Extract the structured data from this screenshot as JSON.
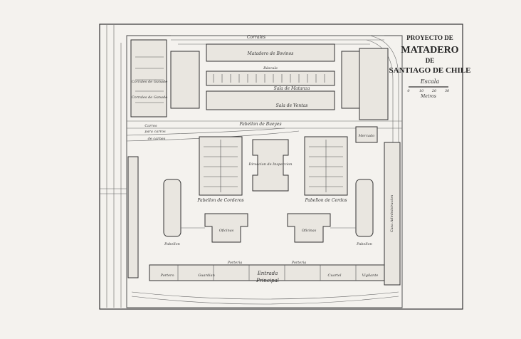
{
  "title": {
    "line1": "PROYECTO DE",
    "line2": "MATADERO",
    "line3": "DE",
    "line4": "SANTIAGO DE CHILE"
  },
  "scale": {
    "label": "Escala",
    "ticks": [
      "0",
      "10",
      "20",
      "30"
    ],
    "unit": "Metros"
  },
  "labels": {
    "corrales_top": "Corrales",
    "corrales_ganado": "Corrales de Ganado",
    "corrales_ganado2": "Corrales de Ganado",
    "matadero_bovinos": "Matadero de Bovinos",
    "bascula": "Báscula",
    "sala_matanza": "Sala de Matanza",
    "sala_venta": "Sala de Ventas",
    "pabellon_bueyes": "Pabellon de Bueyes",
    "carros": "Carros",
    "para_carros": "para carros",
    "de_carnes": "de carnes",
    "mercado": "Mercado",
    "direccion": "Direccion de Inspeccion",
    "pabellon_corderos": "Pabellon de Corderos",
    "pabellon_cerdos": "Pabellon de Cerdos",
    "pabellon_left": "Pabellon",
    "pabellon_right": "Pabellon",
    "oficinas_left": "Oficinas",
    "oficinas_right": "Oficinas",
    "porteria_left": "Porteria",
    "porteria_right": "Porteria",
    "entrada": "Entrada",
    "principal": "Principal",
    "casa_adm": "Casa Administracion",
    "portero": "Portero",
    "guardian": "Guardian",
    "cuartel": "Cuartel",
    "vigilante": "Vigilante"
  }
}
